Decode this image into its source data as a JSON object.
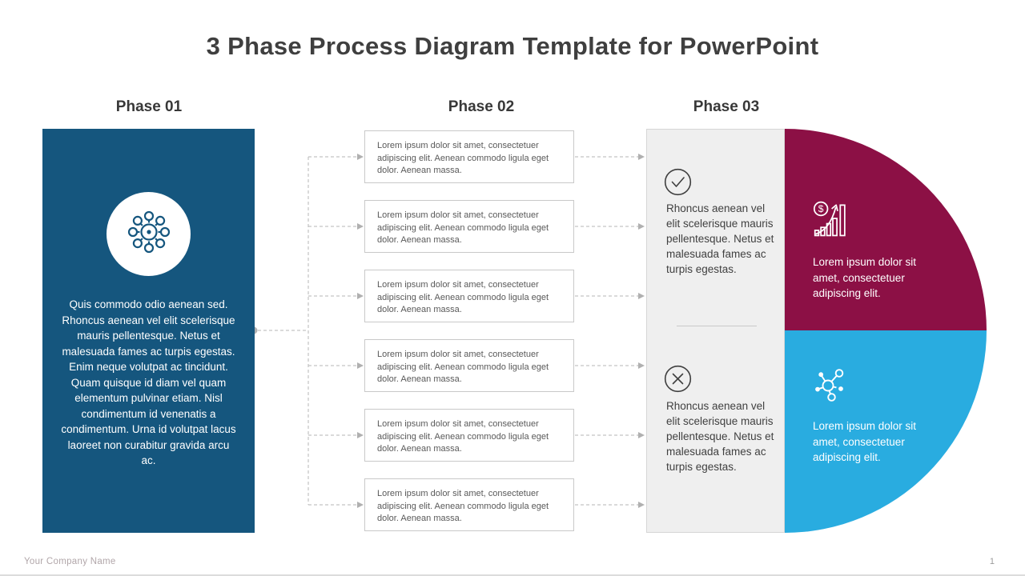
{
  "title": "3 Phase Process Diagram Template for PowerPoint",
  "colors": {
    "phase1_blue": "#15567E",
    "outcome_maroon": "#8C1045",
    "outcome_light_blue": "#29ACE0",
    "panel_gray": "#EFEFEF",
    "connector_gray": "#C3C3C3"
  },
  "phase1": {
    "heading": "Phase 01",
    "icon": "hub-network-icon",
    "body": "Quis commodo odio aenean sed. Rhoncus aenean vel elit scelerisque mauris pellentesque. Netus et malesuada fames ac turpis egestas. Enim neque volutpat ac tincidunt. Quam quisque id diam vel quam elementum pulvinar etiam. Nisl condimentum id venenatis a condimentum. Urna id volutpat lacus laoreet non curabitur gravida arcu ac."
  },
  "phase2": {
    "heading": "Phase 02",
    "items": [
      "Lorem ipsum dolor sit amet, consectetuer adipiscing elit. Aenean commodo ligula eget dolor. Aenean massa.",
      "Lorem ipsum dolor sit amet, consectetuer adipiscing elit. Aenean commodo ligula eget dolor. Aenean massa.",
      "Lorem ipsum dolor sit amet, consectetuer adipiscing elit. Aenean commodo ligula eget dolor. Aenean massa.",
      "Lorem ipsum dolor sit amet, consectetuer adipiscing elit. Aenean commodo ligula eget dolor. Aenean massa.",
      "Lorem ipsum dolor sit amet, consectetuer adipiscing elit. Aenean commodo ligula eget dolor. Aenean massa.",
      "Lorem ipsum dolor sit amet, consectetuer adipiscing elit. Aenean commodo ligula eget dolor. Aenean massa."
    ]
  },
  "phase3": {
    "heading": "Phase 03",
    "sections": [
      {
        "icon": "check-circle-icon",
        "text": "Rhoncus aenean vel elit scelerisque mauris pellentesque. Netus et malesuada fames ac turpis egestas."
      },
      {
        "icon": "x-circle-icon",
        "text": "Rhoncus aenean vel elit scelerisque mauris pellentesque. Netus et malesuada fames ac turpis egestas."
      }
    ]
  },
  "outcomes": [
    {
      "icon": "revenue-growth-icon",
      "text": "Lorem ipsum dolor sit amet, consectetuer adipiscing elit."
    },
    {
      "icon": "molecule-network-icon",
      "text": "Lorem ipsum dolor sit amet, consectetuer adipiscing elit."
    }
  ],
  "footer": {
    "company_name": "Your Company Name",
    "page_number": "1"
  }
}
